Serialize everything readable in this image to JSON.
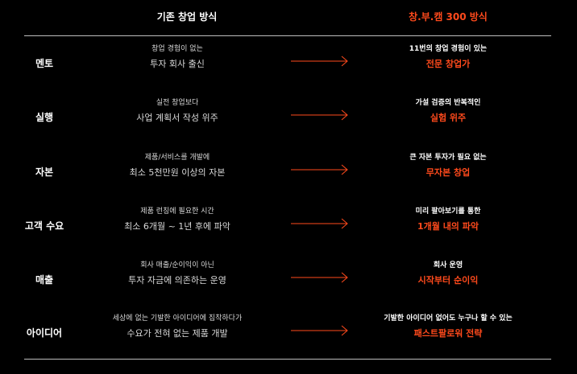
{
  "header": {
    "left_title": "기존 창업 방식",
    "right_title": "창.부.캠 300 방식"
  },
  "colors": {
    "accent": "#ff4a1c",
    "background": "#000000",
    "divider": "#bdbdbd",
    "arrow": "#ff4a1c"
  },
  "rows": [
    {
      "category": "멘토",
      "old_sub": "창업 경험이 없는",
      "old_main": "투자 회사 출신",
      "new_sub": "11번의 창업 경험이 있는",
      "new_main": "전문 창업가"
    },
    {
      "category": "실행",
      "old_sub": "실전 창업보다",
      "old_main": "사업 계획서 작성 위주",
      "new_sub": "가설 검증의 반복적인",
      "new_main": "실험 위주"
    },
    {
      "category": "자본",
      "old_sub": "제품/서비스를 개발에",
      "old_main": "최소 5천만원 이상의 자본",
      "new_sub": "큰 자본 투자가 필요 없는",
      "new_main": "무자본 창업"
    },
    {
      "category": "고객 수요",
      "old_sub": "제품 런칭에 필요한 시간",
      "old_main": "최소 6개월 ~ 1년 후에 파악",
      "new_sub": "미리 팔아보기를 통한",
      "new_main": "1개월 내의 파악"
    },
    {
      "category": "매출",
      "old_sub": "회사 매출/순이익이 아닌",
      "old_main": "투자 자금에 의존하는 운영",
      "new_sub": "회사 운영",
      "new_main": "시작부터 순이익"
    },
    {
      "category": "아이디어",
      "old_sub": "세상에 없는 기발한 아이디어에 집착하다가",
      "old_main": "수요가 전혀 없는 제품 개발",
      "new_sub": "기발한 아이디어 없어도 누구나 할 수 있는",
      "new_main": "패스트팔로워 전략"
    }
  ]
}
